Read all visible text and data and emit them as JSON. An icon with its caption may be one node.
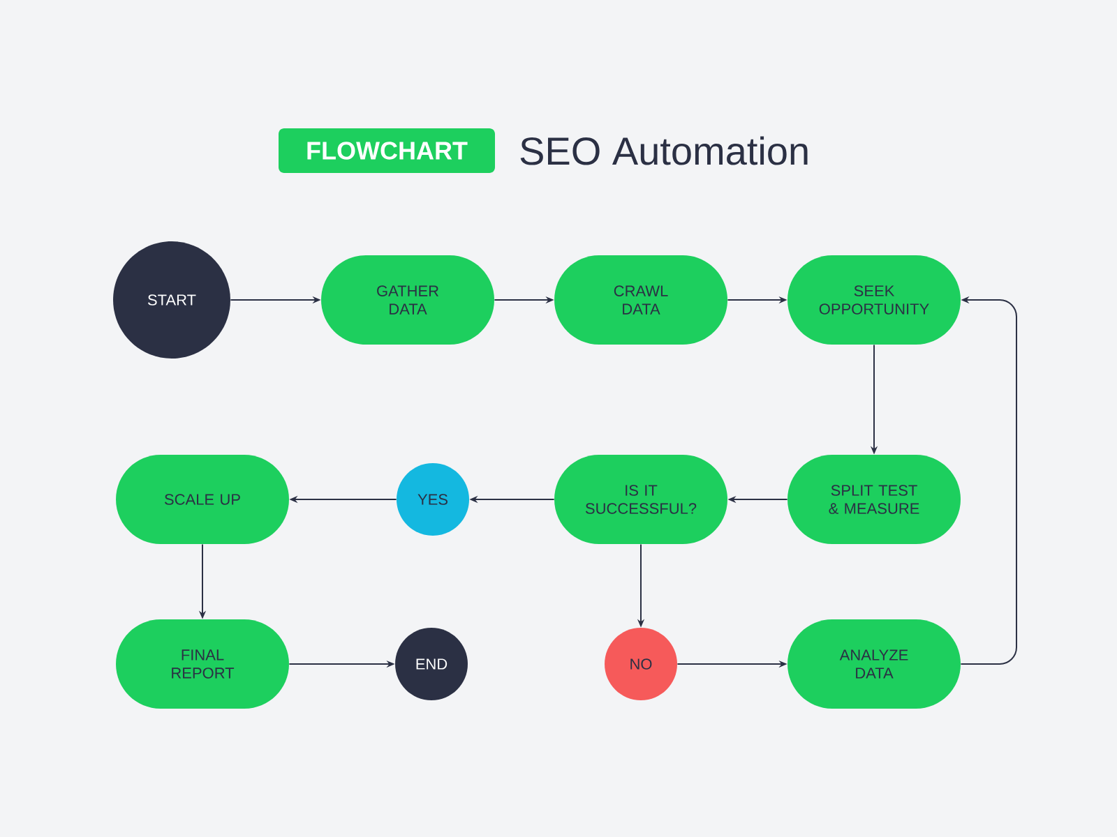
{
  "diagram": {
    "title": "SEO Automation",
    "nodes": [
      {
        "text": [
          "FLOWCHART"
        ]
      },
      {
        "text": [
          "START"
        ]
      },
      {
        "text": [
          "GATHER DATA"
        ]
      },
      {
        "text": [
          "CRAWL DATA"
        ]
      },
      {
        "text": [
          "SEEK OPPORTUNITY"
        ]
      },
      {
        "text": [
          "SCALE UP"
        ]
      },
      {
        "text": [
          "YES"
        ]
      },
      {
        "text": [
          "IS IT SUCCESSFUL?"
        ]
      },
      {
        "text": [
          "SPLIT TEST & MEASURE"
        ]
      },
      {
        "text": [
          "FINAL REPORT"
        ]
      },
      {
        "text": [
          "END"
        ]
      },
      {
        "text": [
          "NO"
        ]
      },
      {
        "text": [
          "ANALYZE DATA"
        ]
      }
    ],
    "edges": [
      {
        "from": 1,
        "to": 2,
        "arrow": "to"
      },
      {
        "from": 2,
        "to": 3,
        "arrow": "to"
      },
      {
        "from": 3,
        "to": 4,
        "arrow": "to"
      },
      {
        "from": 4,
        "to": 8,
        "arrow": "to"
      },
      {
        "from": 8,
        "to": 7,
        "arrow": "to"
      },
      {
        "from": 7,
        "to": 6,
        "arrow": "to"
      },
      {
        "from": 6,
        "to": 5,
        "arrow": "to"
      },
      {
        "from": 5,
        "to": 9,
        "arrow": "to"
      },
      {
        "from": 9,
        "to": 10,
        "arrow": "to"
      },
      {
        "from": 7,
        "to": 11,
        "arrow": "to"
      },
      {
        "from": 11,
        "to": 12,
        "arrow": "to"
      },
      {
        "from": 12,
        "to": 4,
        "arrow": "to"
      }
    ]
  }
}
